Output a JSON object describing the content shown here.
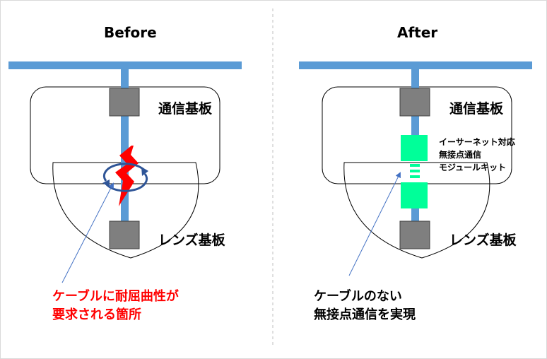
{
  "before": {
    "title": "Before",
    "top_board_label": "通信基板",
    "lens_board_label": "レンズ基板",
    "note_line1": "ケーブルに耐屈曲性が",
    "note_line2": "要求される箇所"
  },
  "after": {
    "title": "After",
    "top_board_label": "通信基板",
    "lens_board_label": "レンズ基板",
    "module_line1": "イーサーネット対応",
    "module_line2": "無接点通信",
    "module_line3": "モジュールキット",
    "note_line1": "ケーブルのない",
    "note_line2": "無接点通信を実現"
  },
  "colors": {
    "cable": "#5b9bd5",
    "connector": "#7f7f7f",
    "module": "#00ff99",
    "highlight": "#ff0000",
    "arrow": "#4472c4",
    "rotate": "#2f5597"
  }
}
